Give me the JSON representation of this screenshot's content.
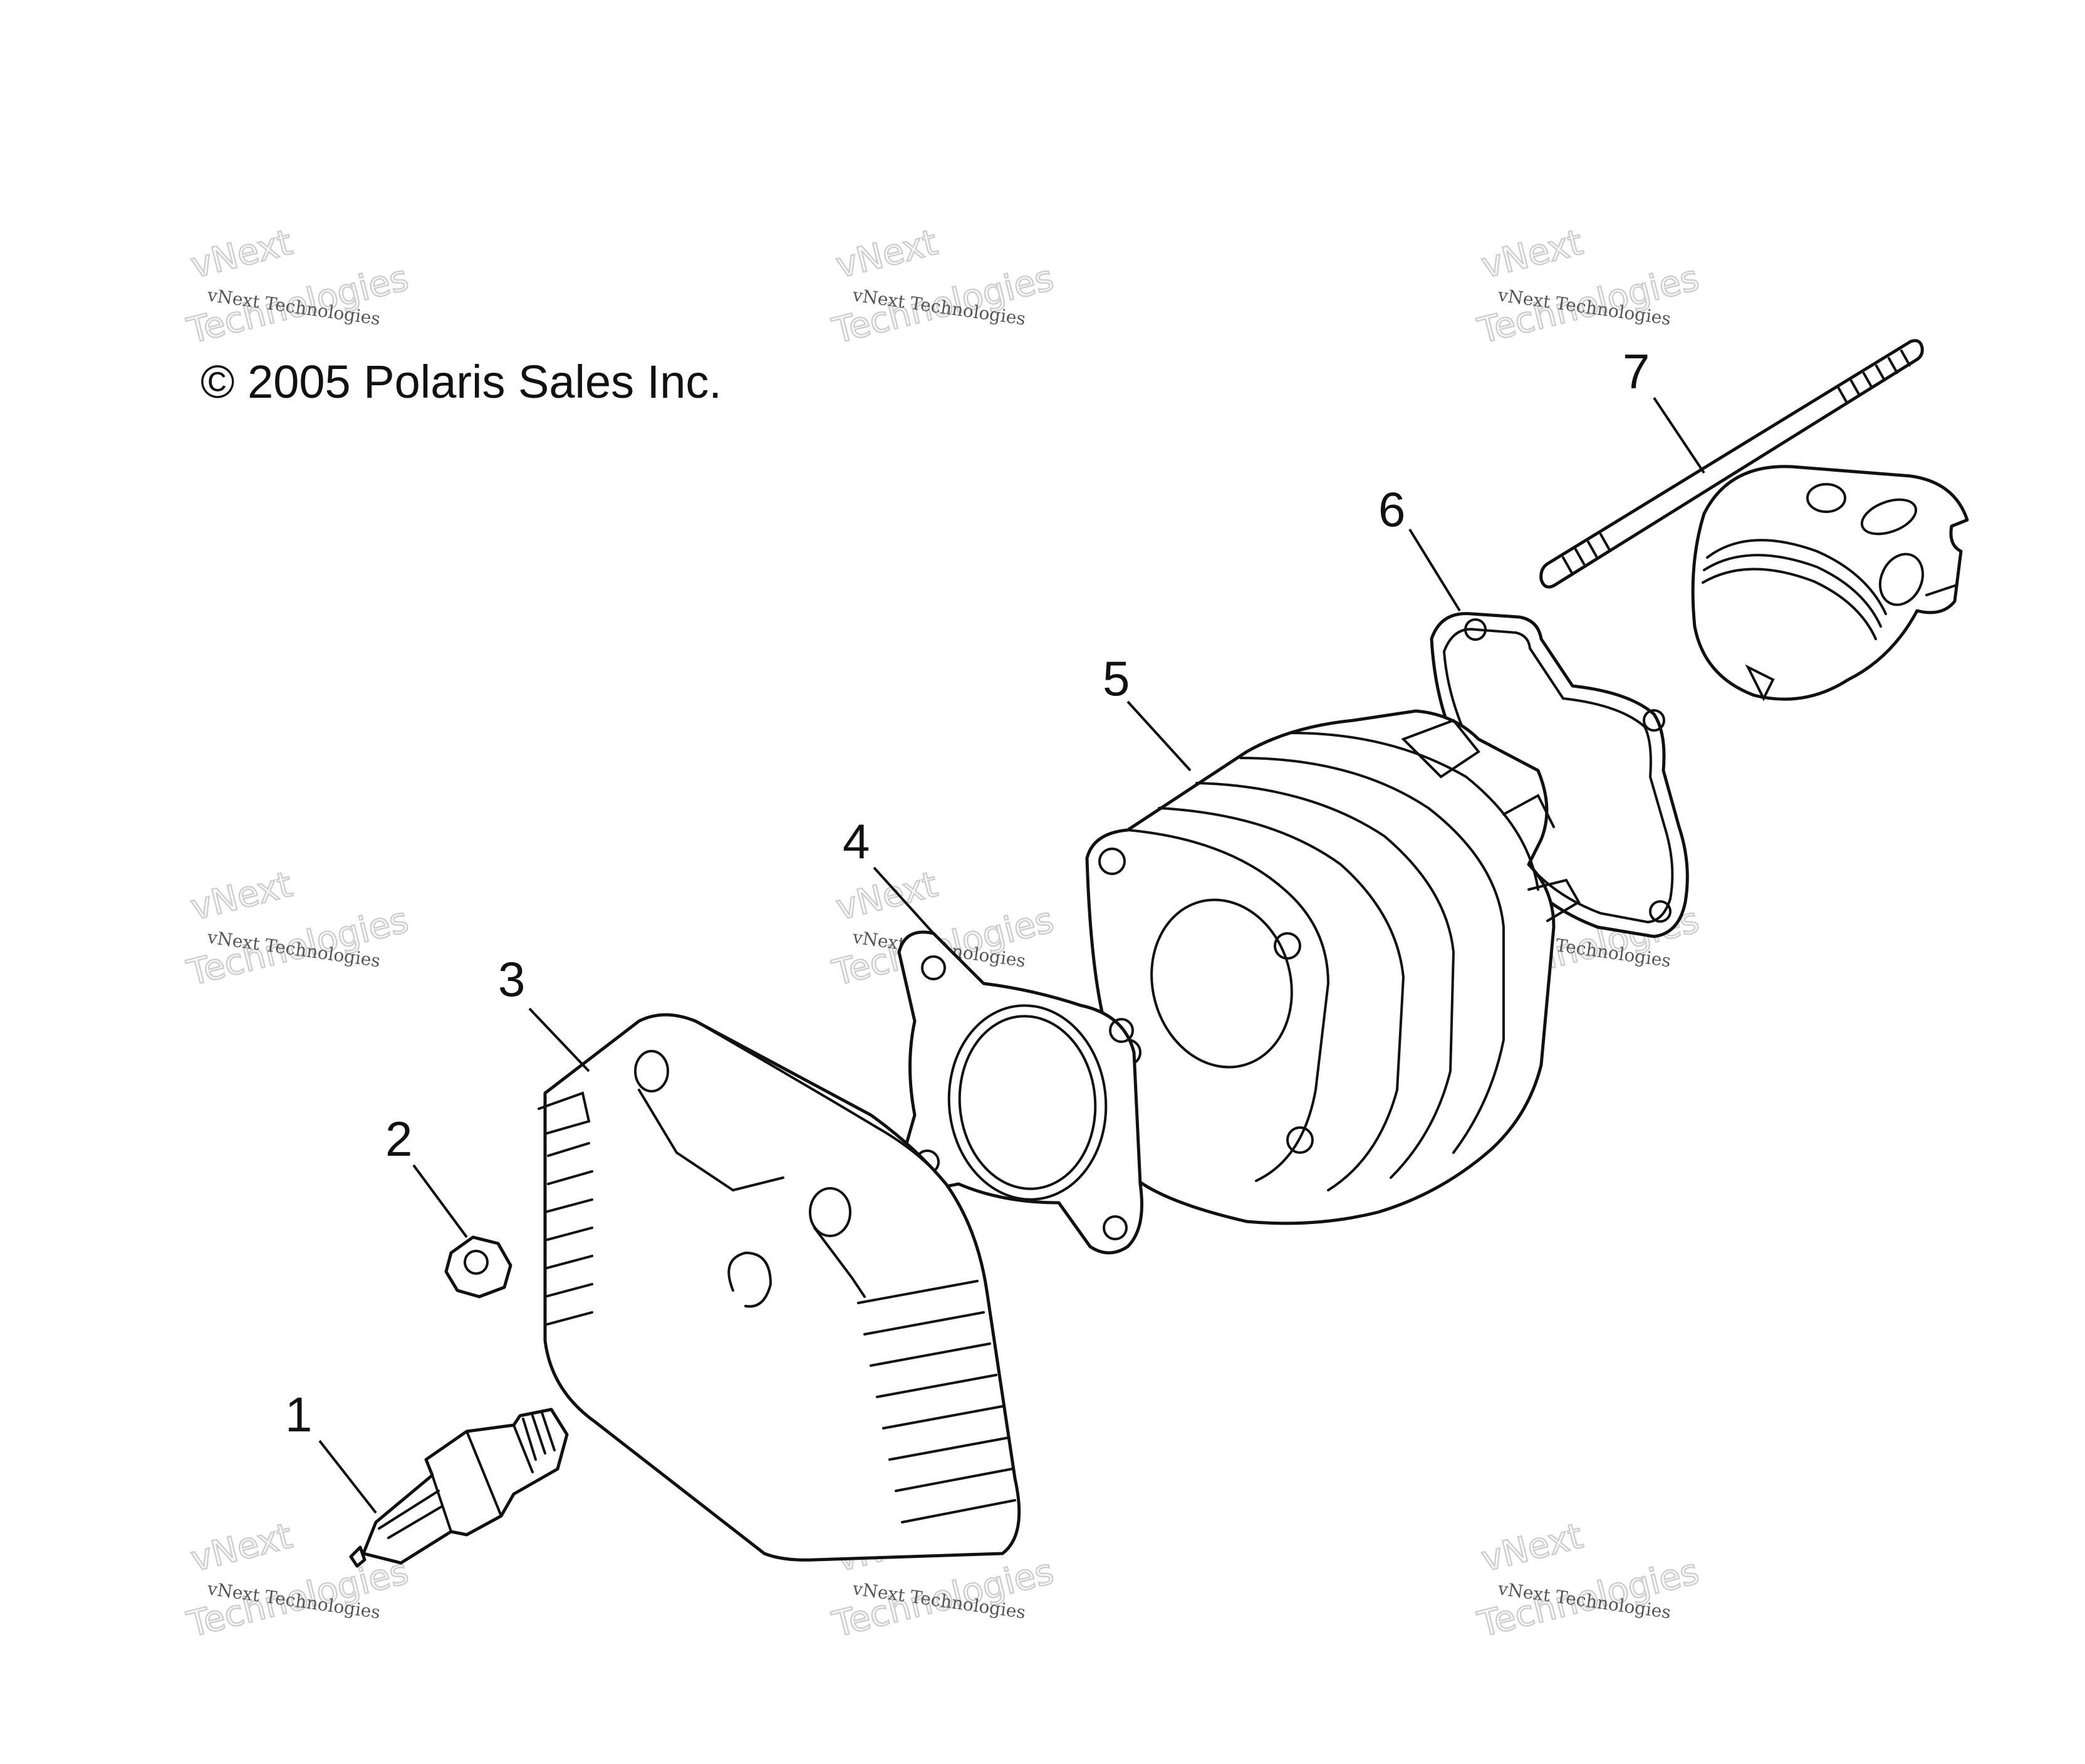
{
  "copyright": "© 2005 Polaris Sales Inc.",
  "callouts": [
    "1",
    "2",
    "3",
    "4",
    "5",
    "6",
    "7"
  ],
  "watermark": {
    "line1": "vNext Technologies",
    "line2": "vNext",
    "line3": "Technologies"
  },
  "colors": {
    "ink": "#111111",
    "watermark": "#cfcfcf"
  }
}
